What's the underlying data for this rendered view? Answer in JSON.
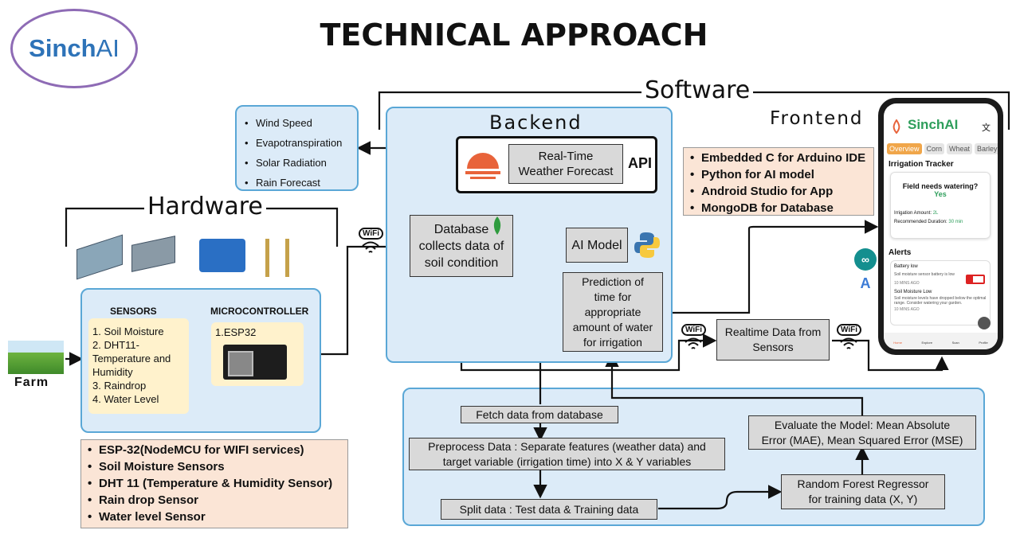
{
  "title": "TECHNICAL APPROACH",
  "logo": {
    "text_a": "Sinch",
    "text_b": "AI"
  },
  "sections": {
    "software": "Software",
    "hardware": "Hardware",
    "backend": "Backend",
    "frontend": "Frontend"
  },
  "weather_params": [
    "Wind Speed",
    "Evapotranspiration",
    "Solar Radiation",
    "Rain Forecast"
  ],
  "api": {
    "box": "Real-Time\nWeather Forecast",
    "label": "API"
  },
  "database_box": "Database\ncollects data of\nsoil condition",
  "ai_model": "AI Model",
  "prediction": "Prediction of\ntime for\nappropriate\namount of water\nfor irrigation",
  "realtime": "Realtime Data from\nSensors",
  "wifi_label": "WiFi",
  "sensors": {
    "heading": "SENSORS",
    "items": [
      "1. Soil Moisture",
      "2. DHT11-\nTemperature and\nHumidity",
      "3. Raindrop",
      "4. Water Level"
    ]
  },
  "microcontroller": {
    "heading": "MICROCONTROLLER",
    "item": "1.ESP32"
  },
  "farm": "Farm",
  "software_list": [
    "Embedded C for Arduino IDE",
    "Python for AI model",
    "Android Studio for App",
    "MongoDB for Database"
  ],
  "hardware_list": [
    "ESP-32(NodeMCU for WIFI services)",
    "Soil Moisture Sensors",
    "DHT 11 (Temperature & Humidity Sensor)",
    "Rain drop Sensor",
    "Water level Sensor"
  ],
  "pipeline": {
    "fetch": "Fetch  data from database",
    "preprocess": "Preprocess Data : Separate features (weather data) and\ntarget variable (irrigation time) into X & Y variables",
    "split": "Split data : Test data & Training data",
    "rf": "Random Forest Regressor\nfor training data (X, Y)",
    "evaluate": "Evaluate the Model: Mean Absolute\nError (MAE), Mean Squared Error (MSE)"
  },
  "phone": {
    "app_name_a": "Sinch",
    "app_name_b": "AI",
    "tabs": [
      "Overview",
      "Corn",
      "Wheat",
      "Barley"
    ],
    "tracker_title": "Irrigation Tracker",
    "question": "Field needs watering?",
    "answer": "Yes",
    "amount_label": "Irrigation Amount:",
    "amount_value": "2L",
    "duration_label": "Recommended Duration:",
    "duration_value": "30 min",
    "alerts_title": "Alerts",
    "alert1_title": "Battery low",
    "alert1_text": "Soil moisture sensor battery is low",
    "alert1_time": "10 MINS AGO",
    "alert2_title": "Soil Moisture Low",
    "alert2_text": "Soil moisture levels have dropped below the optimal range. Consider watering your garden.",
    "alert2_time": "10 MINS AGO",
    "nav": [
      "Home",
      "Explore",
      "Scan",
      "Profile"
    ]
  },
  "colors": {
    "accent_blue": "#5aa7d6",
    "box_blue": "#dcebf8",
    "peach": "#fbe5d6",
    "yellow": "#fff2cc",
    "logo_purple": "#8e6bb5",
    "logo_blue": "#2e73b8",
    "app_green": "#2e9e5b"
  }
}
